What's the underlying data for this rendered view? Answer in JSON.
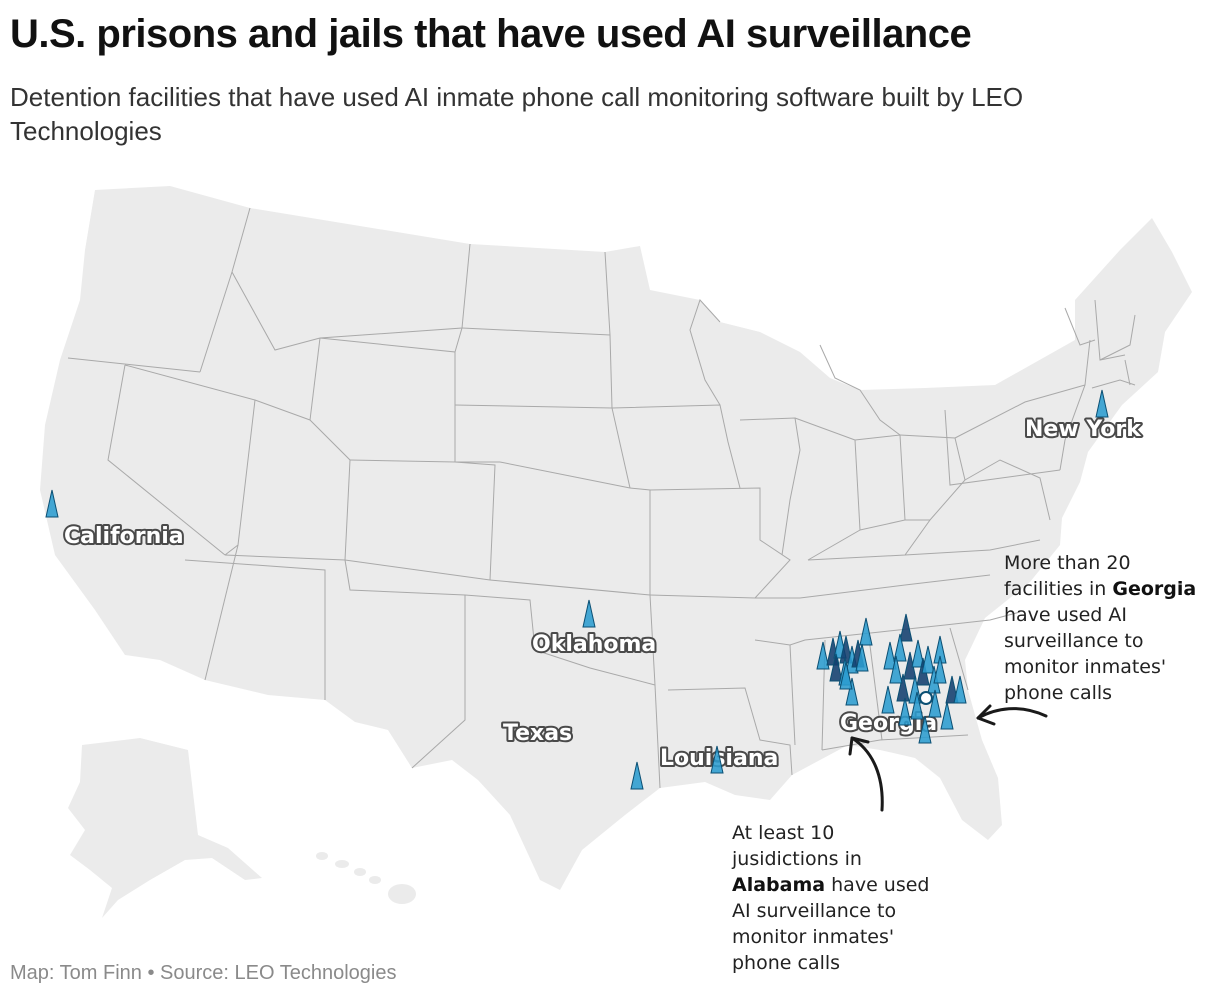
{
  "title": "U.S. prisons and jails that have used AI surveillance",
  "subtitle": "Detention facilities that have used AI inmate phone call monitoring software built by LEO Technologies",
  "state_labels": {
    "california": "California",
    "oklahoma": "Oklahoma",
    "texas": "Texas",
    "louisiana": "Louisiana",
    "georgia": "Georgia",
    "new_york": "New York"
  },
  "annotations": {
    "georgia": {
      "before": "More than 20 facilities in",
      "bold": "Georgia",
      "after": "have used AI surveillance to monitor inmates' phone calls"
    },
    "alabama": {
      "before": "At least 10 jusidictions in",
      "bold": "Alabama",
      "after": "have used AI surveillance to monitor inmates' phone calls"
    }
  },
  "credit": "Map: Tom Finn • Source: LEO Technologies",
  "colors": {
    "land": "#ebebeb",
    "border": "#a9a9a9",
    "marker": "#2b9ccf",
    "marker_dark": "#123f6e",
    "marker_outline": "#0b4f73",
    "label_outline": "#4a4a4a"
  },
  "icons": {
    "facility_marker": "triangle-marker-icon",
    "highlight_point": "circle-marker-icon"
  }
}
